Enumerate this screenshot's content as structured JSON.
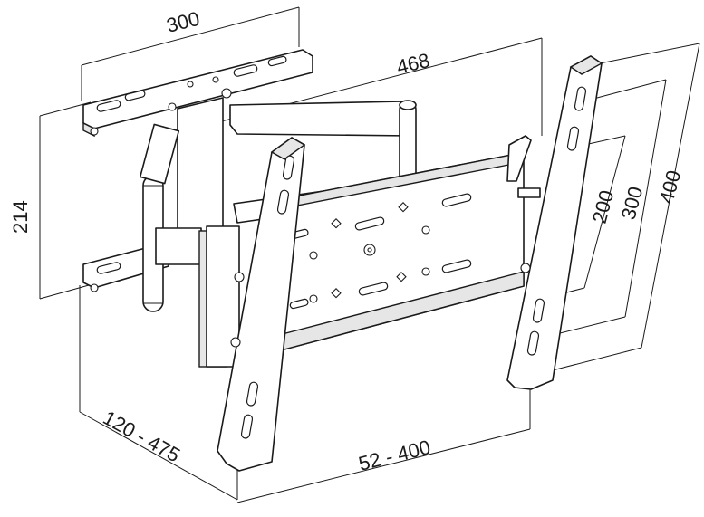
{
  "dimensions": {
    "top_width": "300",
    "arm_length": "468",
    "height_left": "214",
    "depth": "120 - 475",
    "width_range": "52 - 400",
    "vesa_200": "200",
    "vesa_300": "300",
    "vesa_400": "400"
  }
}
